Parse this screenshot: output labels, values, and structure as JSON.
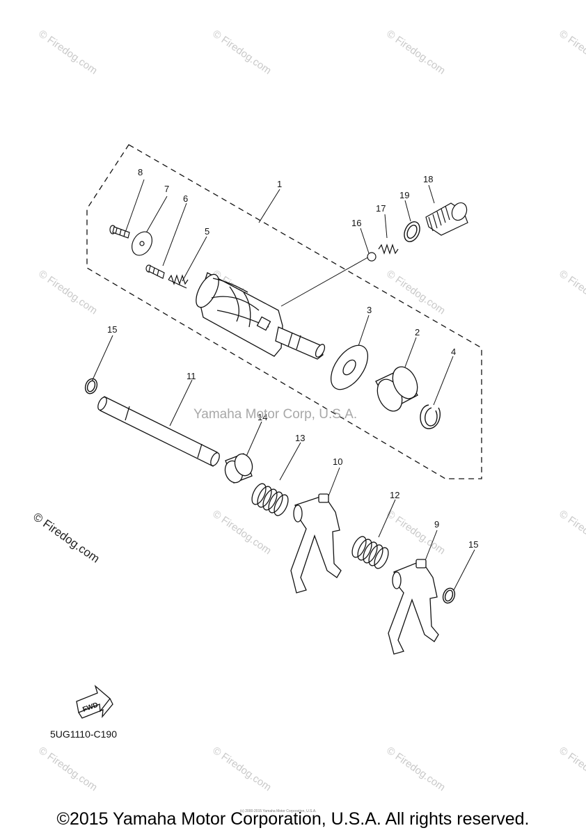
{
  "watermark": {
    "text": "© Firedog.com",
    "center_text": "Yamaha Motor Corp, U.S.A."
  },
  "callouts": {
    "c1": "1",
    "c2": "2",
    "c3": "3",
    "c4": "4",
    "c5": "5",
    "c6": "6",
    "c7": "7",
    "c8": "8",
    "c9": "9",
    "c10": "10",
    "c11": "11",
    "c12": "12",
    "c13": "13",
    "c14": "14",
    "c15a": "15",
    "c15b": "15",
    "c16": "16",
    "c17": "17",
    "c18": "18",
    "c19": "19"
  },
  "fwd_label": "FWD",
  "part_code": "5UG1110-C190",
  "tiny_note": "(c) 2000-2015 Yamaha Motor Corporation, U.S.A.",
  "copyright": "©2015 Yamaha Motor Corporation, U.S.A. All rights reserved."
}
